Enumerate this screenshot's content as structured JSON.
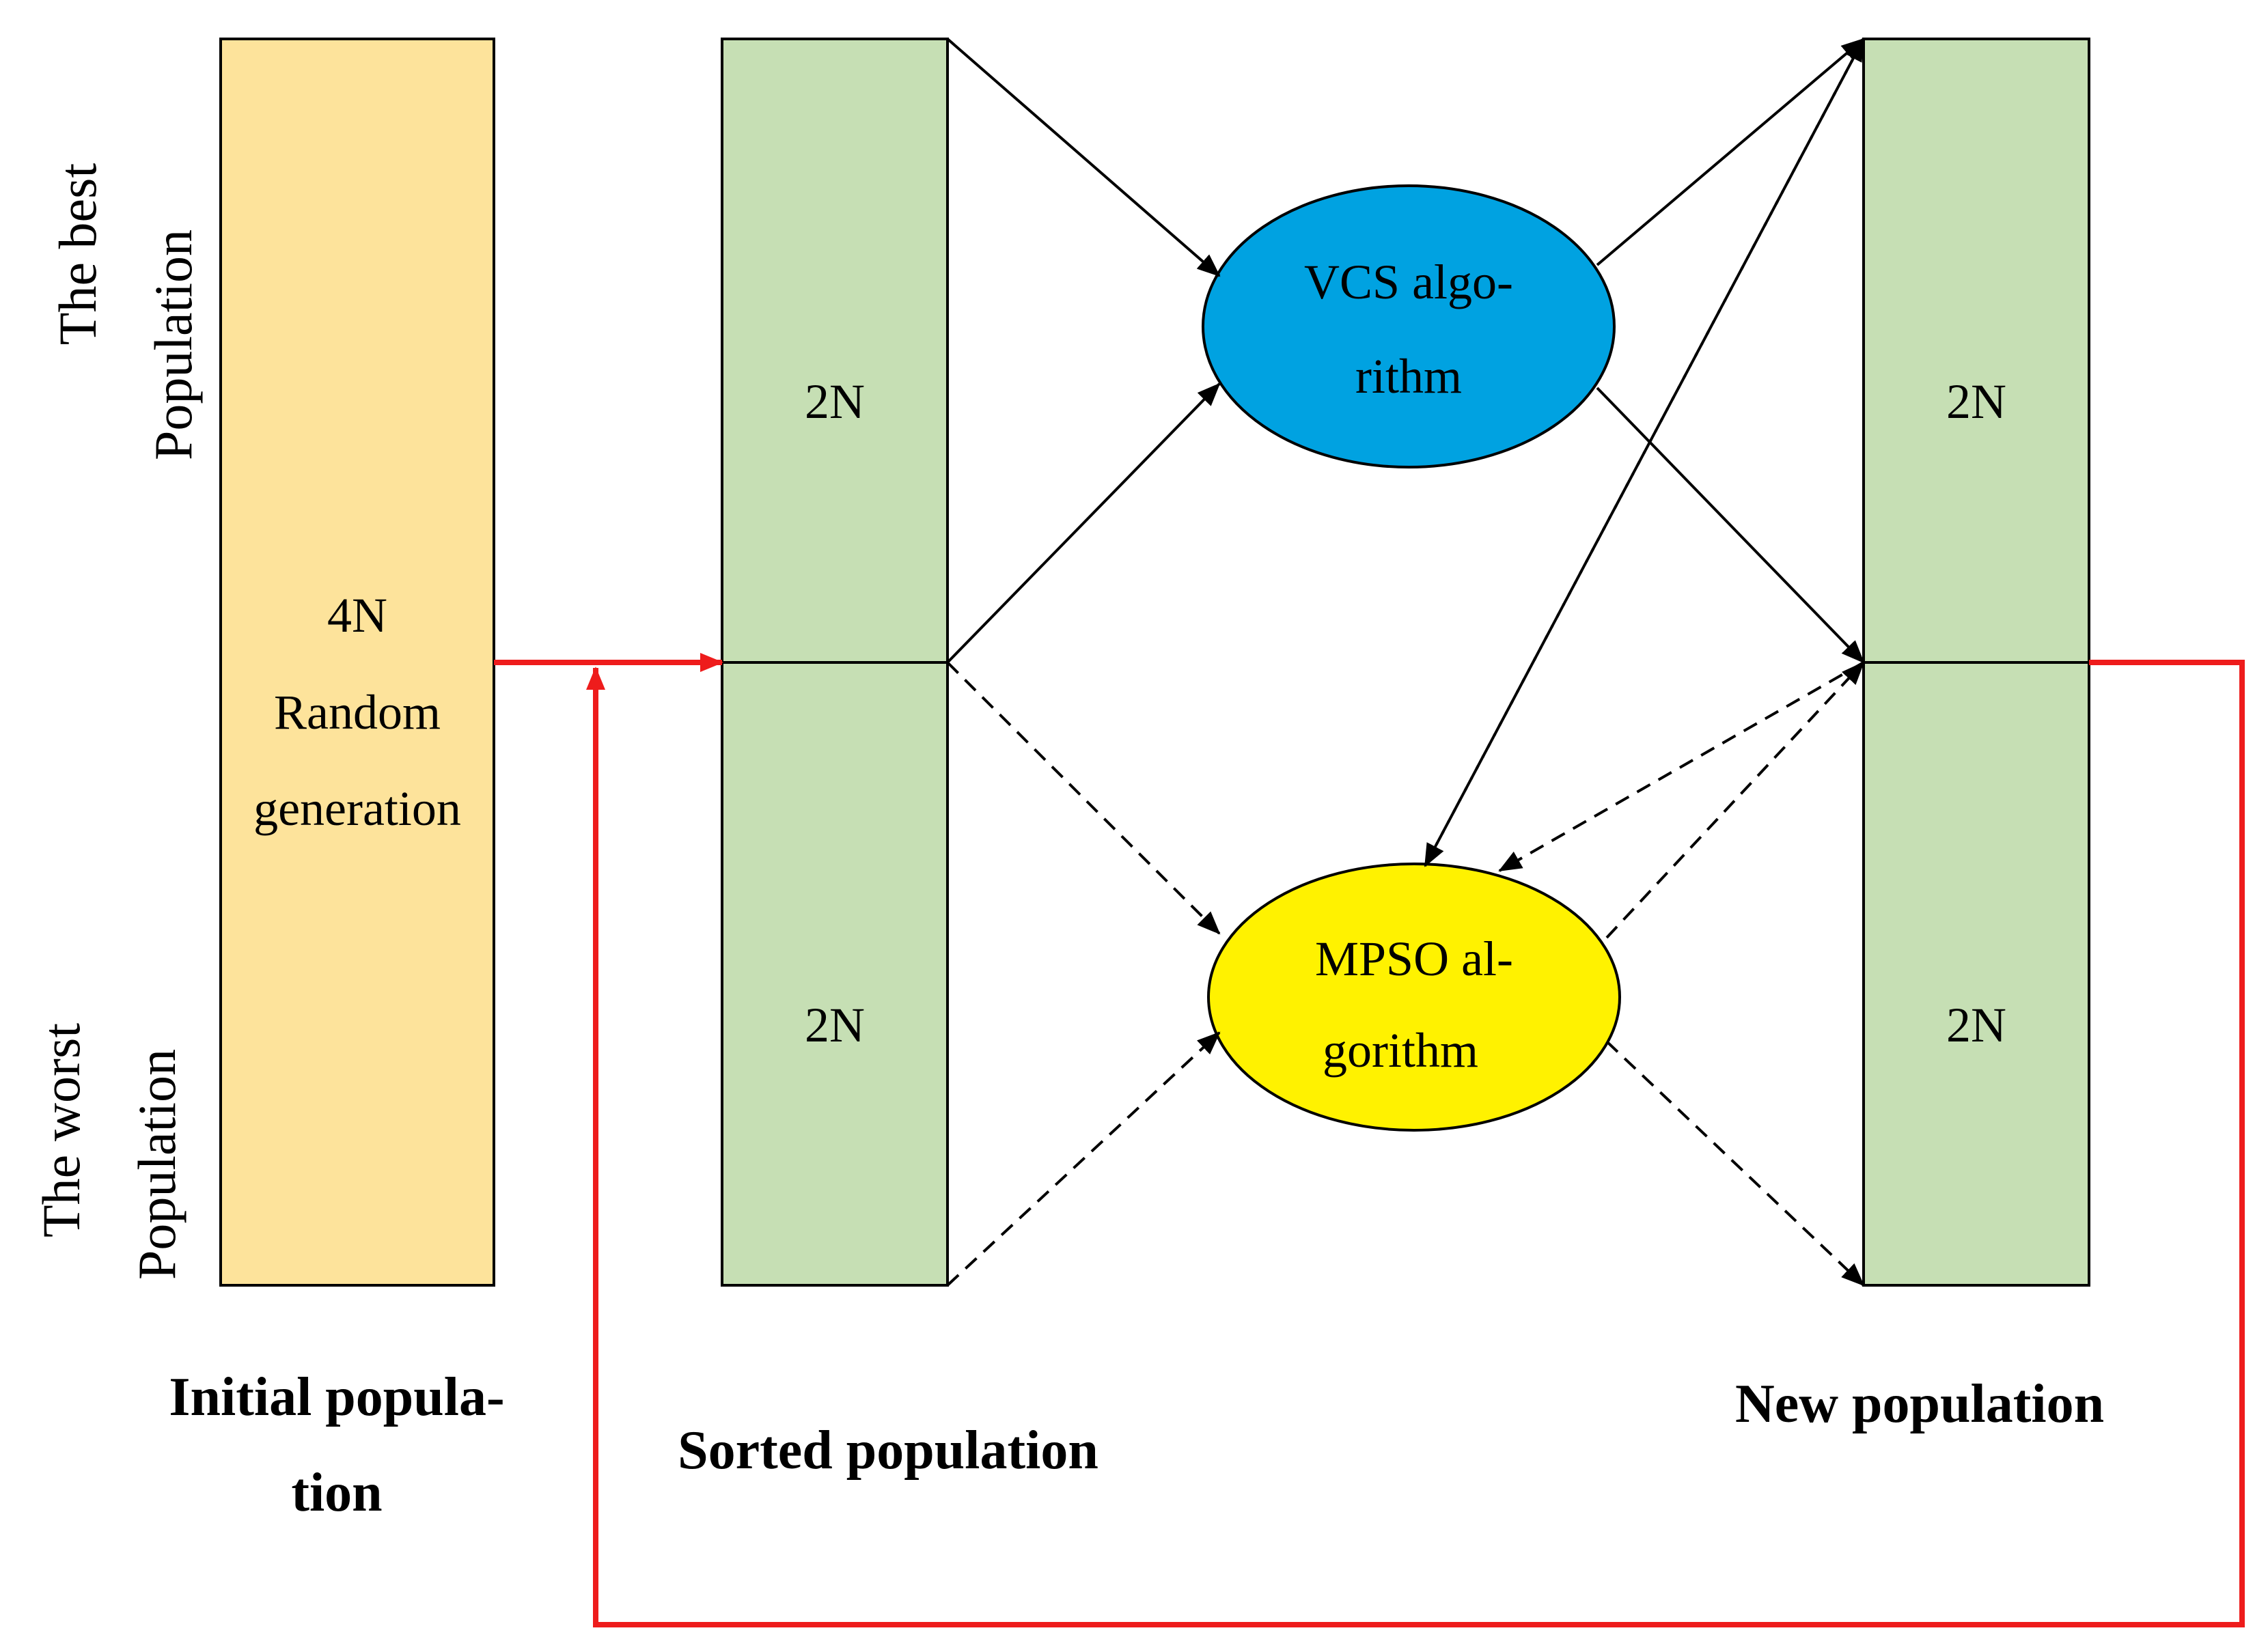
{
  "colors": {
    "initial_fill": "#FDE39B",
    "population_fill": "#C6DFB4",
    "vcs_fill": "#00A2E1",
    "mpso_fill": "#FFF200",
    "feedback_line": "#EE1C1C",
    "stroke": "#000000"
  },
  "labels": {
    "best_line1": "The best",
    "best_line2": "Population",
    "worst_line1": "The worst",
    "worst_line2": "Population"
  },
  "initial": {
    "line1": "4N",
    "line2": "Random",
    "line3": "generation",
    "caption_line1": "Initial popula-",
    "caption_line2": "tion"
  },
  "sorted": {
    "top": "2N",
    "bottom": "2N",
    "caption": "Sorted population"
  },
  "vcs": {
    "line1": "VCS algo-",
    "line2": "rithm"
  },
  "mpso": {
    "line1": "MPSO al-",
    "line2": "gorithm"
  },
  "new_pop": {
    "top": "2N",
    "bottom": "2N",
    "caption": "New population"
  }
}
